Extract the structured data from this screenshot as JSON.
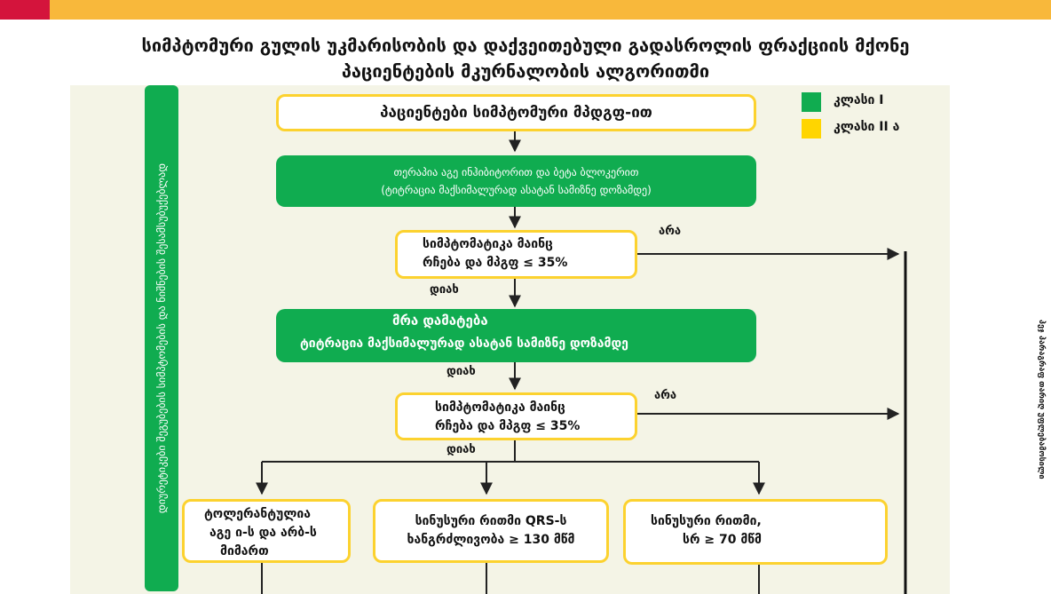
{
  "title": {
    "line1": "სიმპტომური გულის უკმარისობის და დაქვეითებული გადასროლის ფრაქციის მქონე",
    "line2": "პაციენტების მკურნალობის ალგორითმი"
  },
  "sidebar": {
    "text": "დიურეტიკები შეგუბების სიმპტომების და ნიშნების შესამსუბუქებლად"
  },
  "legend": {
    "items": [
      {
        "label": "კლასი I",
        "color": "#10ac50"
      },
      {
        "label": "კლასი II ა",
        "color": "#ffd500"
      }
    ]
  },
  "nodes": {
    "start": "პაციენტები სიმპტომური მპდგფ-ით",
    "therapy": {
      "line1": "თერაპია აგე ინჰიბიტორით და ბეტა ბლოკერით",
      "line2": "(ტიტრაცია მაქსიმალურად ასატან სამიზნე დოზამდე)"
    },
    "check1": {
      "line1": "სიმპტომატიკა მაინც",
      "line2": "რჩება  და მპგფ ≤ 35%"
    },
    "mra": {
      "line1": "მრა  დამატება",
      "line2": "ტიტრაცია მაქსიმალურად ასატან სამიზნე დოზამდე"
    },
    "check2": {
      "line1": "სიმპტომატიკა მაინც",
      "line2": "რჩება  და მპგფ ≤ 35%"
    },
    "bottom_left": {
      "line1": "ტოლერანტულია",
      "line2": "აგე ი-ს და არბ-ს",
      "line3": "მიმართ"
    },
    "bottom_mid": {
      "line1": "სინუსური რითმი QRS-ს",
      "line2": "ხანგრძლივობა ≥ 130 მწმ"
    },
    "bottom_right": {
      "line1": "სინუსური რითმი,",
      "line2": "სრ ≥ 70 მწმ"
    }
  },
  "labels": {
    "yes1": "დიახ",
    "no1": "არა",
    "yes2": "დიახ",
    "no2": "არა",
    "yes3": "დიახ"
  },
  "right_edge_text": "პეჯ პარაგრაფ თარიღ უფლებამოსილი"
}
